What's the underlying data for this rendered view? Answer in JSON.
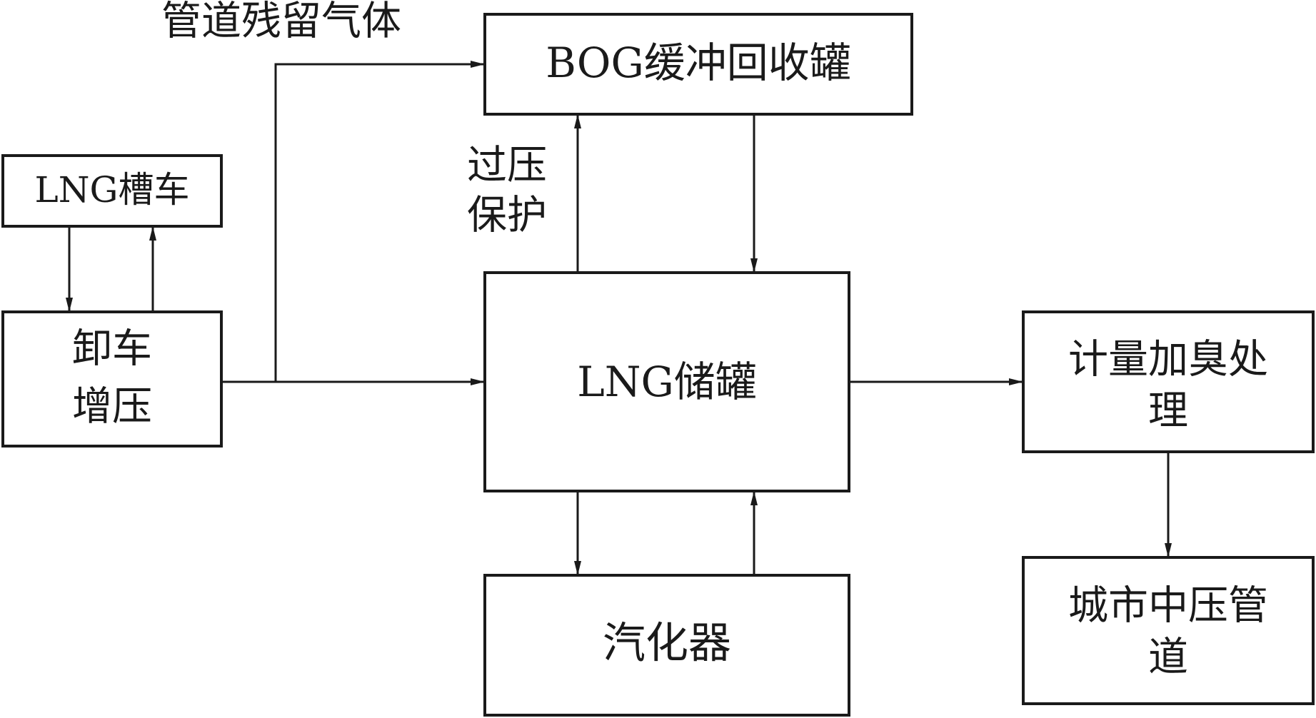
{
  "nodes": {
    "lng_tanker": "LNG槽车",
    "unload_boost": [
      "卸车",
      "增压"
    ],
    "bog_tank": "BOG缓冲回收罐",
    "lng_storage": "LNG储罐",
    "vaporizer": "汽化器",
    "metering": [
      "计量加臭处",
      "理"
    ],
    "city_pipeline": [
      "城市中压管",
      "道"
    ]
  },
  "edge_labels": {
    "pipeline_residual_gas": "管道残留气体",
    "overpressure_protection": [
      "过压",
      "保护"
    ]
  }
}
